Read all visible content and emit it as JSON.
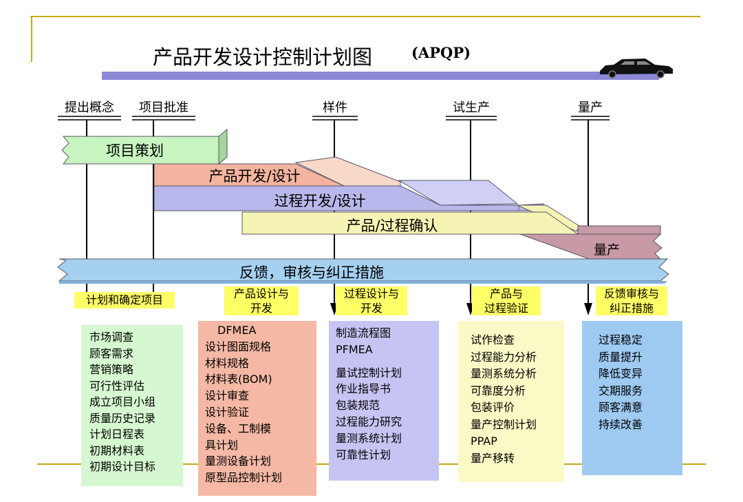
{
  "title": "产品开发设计控制计划图",
  "subtitle": "(APQP)",
  "colors": {
    "title_bar": "#8b88d6",
    "frame_line": "#c8a818",
    "planning": "#c8f4c0",
    "product_dev": "#f4b4a0",
    "process_dev": "#b8b8ec",
    "validation": "#f6f4b4",
    "mass_prod": "#c89aa6",
    "feedback": "#a6d0f0",
    "heading_highlight": "#ffff66",
    "box_green": "#d6f8d0",
    "box_salmon": "#f4b8a4",
    "box_lavender": "#c6c4f2",
    "box_yellow": "#fbf9c6",
    "box_blue": "#9ecaf2"
  },
  "milestones": [
    "提出概念",
    "项目批准",
    "样件",
    "试生产",
    "量产"
  ],
  "bands": {
    "planning": "项目策划",
    "product_design": "产品开发/设计",
    "process_design": "过程开发/设计",
    "validation": "产品/过程确认",
    "mass_production": "量产",
    "feedback": "反馈，审核与纠正措施"
  },
  "phases": [
    {
      "heading": [
        "计划和确定项目"
      ],
      "items": [
        "市场调查",
        "顾客需求",
        "营销策略",
        "可行性评估",
        "成立项目小组",
        "质量历史记录",
        "计划日程表",
        "初期材料表",
        "初期设计目标"
      ]
    },
    {
      "heading": [
        "产品设计与",
        "开发"
      ],
      "items": [
        "DFMEA",
        "设计图面规格",
        "材料规格",
        "材料表(BOM)",
        "设计审查",
        "设计验证",
        "设备、工制模",
        "具计划",
        "量测设备计划",
        "原型品控制计划"
      ]
    },
    {
      "heading": [
        "过程设计与",
        "开发"
      ],
      "items": [
        "制造流程图",
        "PFMEA",
        "",
        "量试控制计划",
        "作业指导书",
        "包装规范",
        "过程能力研究",
        "量测系统计划",
        "可靠性计划"
      ]
    },
    {
      "heading": [
        "产品与",
        "过程验证"
      ],
      "items": [
        "试作检查",
        "过程能力分析",
        "量测系统分析",
        "可靠度分析",
        "包装评价",
        "量产控制计划",
        "PPAP",
        "量产移转"
      ]
    },
    {
      "heading": [
        "反馈审核与",
        "纠正措施"
      ],
      "items": [
        "过程稳定",
        "质量提升",
        "降低变异",
        "交期服务",
        "顾客满意",
        "持续改善"
      ]
    }
  ]
}
